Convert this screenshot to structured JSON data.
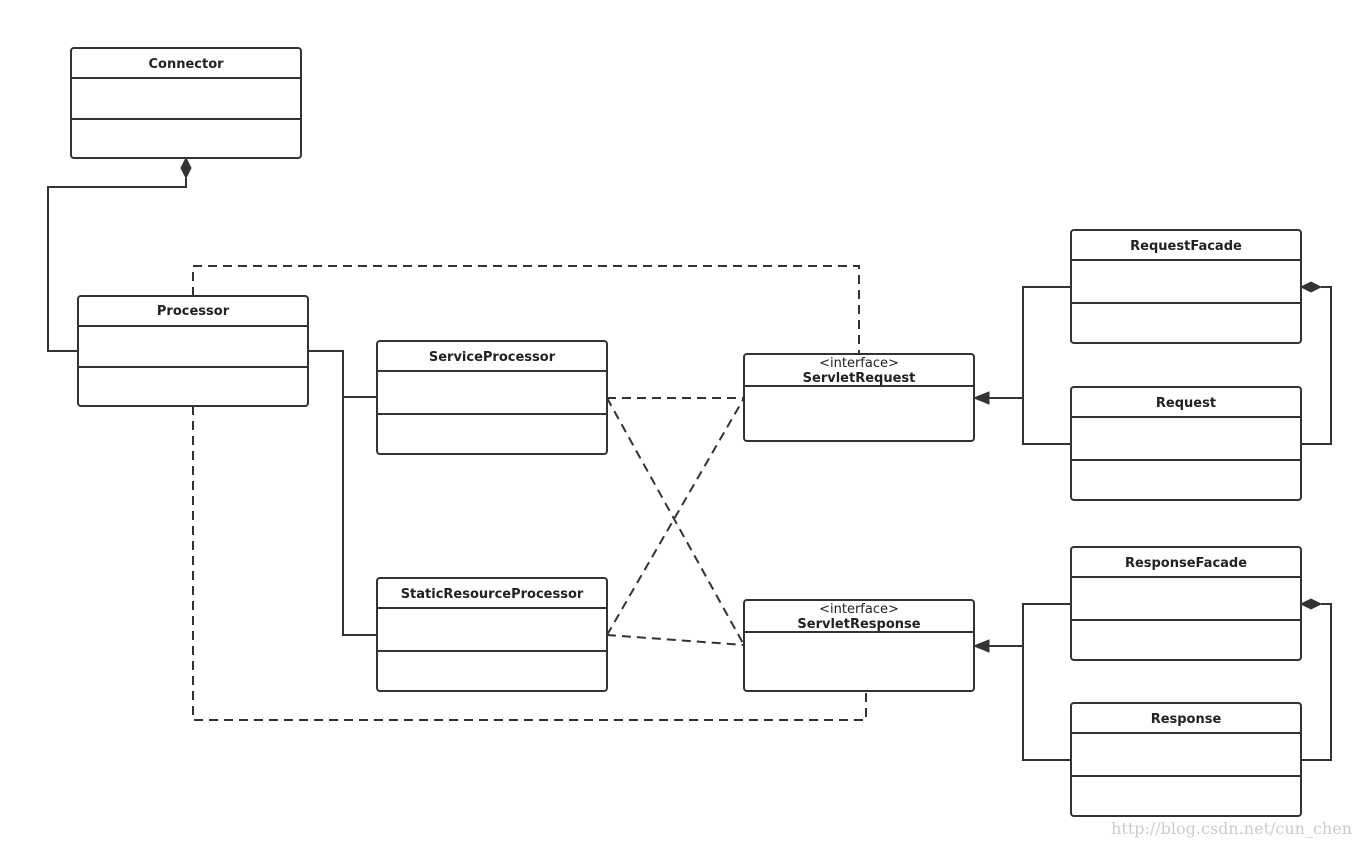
{
  "diagram": {
    "type": "uml-class-diagram",
    "classes": {
      "connector": {
        "name": "Connector"
      },
      "processor": {
        "name": "Processor"
      },
      "service_processor": {
        "name": "ServiceProcessor"
      },
      "static_resource_processor": {
        "name": "StaticResourceProcessor"
      },
      "servlet_request": {
        "stereotype": "<interface>",
        "name": "ServletRequest"
      },
      "servlet_response": {
        "stereotype": "<interface>",
        "name": "ServletResponse"
      },
      "request_facade": {
        "name": "RequestFacade"
      },
      "request": {
        "name": "Request"
      },
      "response_facade": {
        "name": "ResponseFacade"
      },
      "response": {
        "name": "Response"
      }
    },
    "relationships": [
      {
        "from": "Connector",
        "to": "Processor",
        "kind": "composition"
      },
      {
        "from": "Processor",
        "to": "ServiceProcessor",
        "kind": "association"
      },
      {
        "from": "Processor",
        "to": "StaticResourceProcessor",
        "kind": "association"
      },
      {
        "from": "Processor",
        "to": "ServletRequest",
        "kind": "dependency"
      },
      {
        "from": "Processor",
        "to": "ServletResponse",
        "kind": "dependency"
      },
      {
        "from": "ServiceProcessor",
        "to": "ServletRequest",
        "kind": "dependency"
      },
      {
        "from": "ServiceProcessor",
        "to": "ServletResponse",
        "kind": "dependency"
      },
      {
        "from": "StaticResourceProcessor",
        "to": "ServletRequest",
        "kind": "dependency"
      },
      {
        "from": "StaticResourceProcessor",
        "to": "ServletResponse",
        "kind": "dependency"
      },
      {
        "from": "RequestFacade",
        "to": "ServletRequest",
        "kind": "realization"
      },
      {
        "from": "Request",
        "to": "ServletRequest",
        "kind": "realization"
      },
      {
        "from": "ResponseFacade",
        "to": "ServletResponse",
        "kind": "realization"
      },
      {
        "from": "Response",
        "to": "ServletResponse",
        "kind": "realization"
      },
      {
        "from": "RequestFacade",
        "to": "Request",
        "kind": "composition"
      },
      {
        "from": "ResponseFacade",
        "to": "Response",
        "kind": "composition"
      }
    ]
  },
  "watermark": "http://blog.csdn.net/cun_chen",
  "colors": {
    "line": "#333333",
    "text": "#222222",
    "watermark": "#cccccc",
    "background": "#ffffff"
  }
}
